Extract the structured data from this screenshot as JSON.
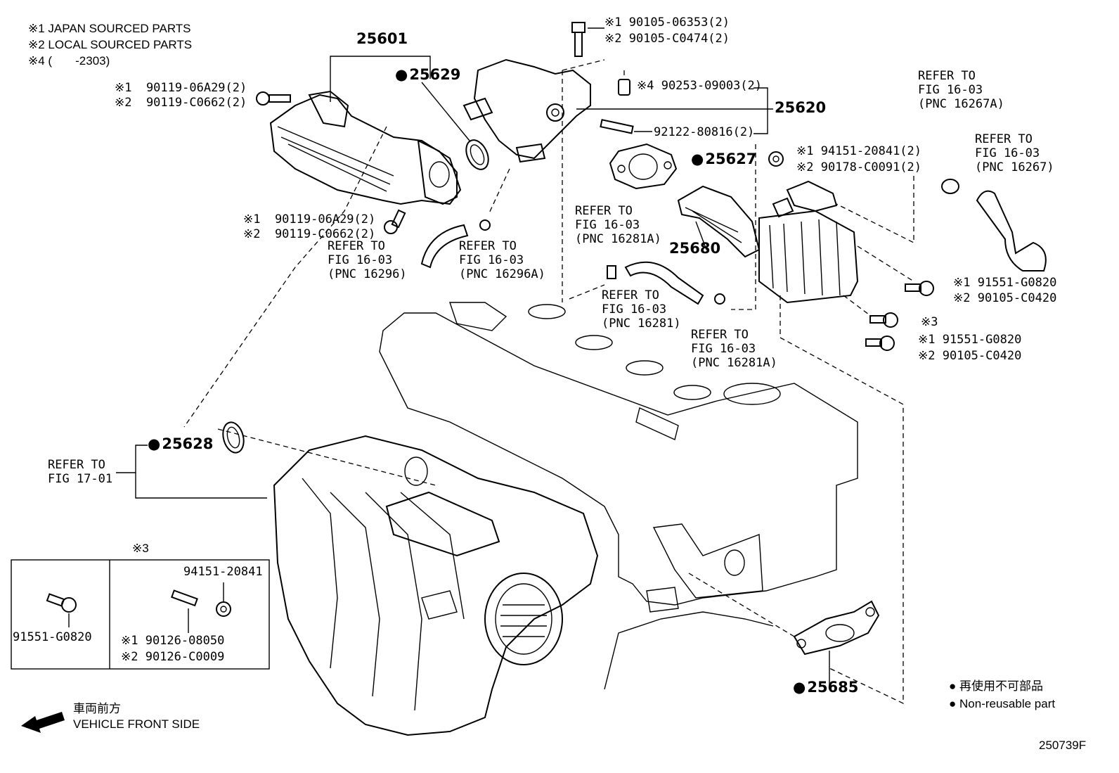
{
  "legend_notes": {
    "note1": "※1 JAPAN SOURCED PARTS",
    "note2": "※2 LOCAL SOURCED PARTS",
    "note4": "※4 (       -2303)"
  },
  "parts": {
    "p25601": "25601",
    "p25629": "25629",
    "p25620": "25620",
    "p25627": "25627",
    "p25680": "25680",
    "p25628": "25628",
    "p25685": "25685",
    "bolt_top_1": "※1 90105-06353(2)",
    "bolt_top_2": "※2 90105-C0474(2)",
    "pin_4": "※4 90253-09003(2)",
    "stud_92122": "92122-80816(2)",
    "nut_1": "※1 94151-20841(2)",
    "nut_2": "※2 90178-C0091(2)",
    "bolt_upper_1": "※1  90119-06A29(2)",
    "bolt_upper_2": "※2  90119-C0662(2)",
    "bolt_mid_1": "※1  90119-06A29(2)",
    "bolt_mid_2": "※2  90119-C0662(2)",
    "right_b1_1": "※1 91551-G0820",
    "right_b1_2": "※2 90105-C0420",
    "right_b2": "※3",
    "right_b3_1": "※1 91551-G0820",
    "right_b3_2": "※2 90105-C0420"
  },
  "references": {
    "ref_16296": "REFER TO\nFIG 16-03\n(PNC 16296)",
    "ref_16296A": "REFER TO\nFIG 16-03\n(PNC 16296A)",
    "ref_16281A_top": "REFER TO\nFIG 16-03\n(PNC 16281A)",
    "ref_16281": "REFER TO\nFIG 16-03\n(PNC 16281)",
    "ref_16281A_low": "REFER TO\nFIG 16-03\n(PNC 16281A)",
    "ref_16267A": "REFER TO\nFIG 16-03\n(PNC 16267A)",
    "ref_16267": "REFER TO\nFIG 16-03\n(PNC 16267)",
    "ref_17_01": "REFER TO\nFIG 17-01"
  },
  "inset": {
    "title": "※3",
    "left_part": "91551-G0820",
    "right_top": "94151-20841",
    "right_b1": "※1 90126-08050",
    "right_b2": "※2 90126-C0009"
  },
  "footer": {
    "front_jp": "車両前方",
    "front_en": "VEHICLE FRONT SIDE",
    "nonreuse_jp": "再使用不可部品",
    "nonreuse_en": "Non-reusable part",
    "figure_code": "250739F"
  }
}
